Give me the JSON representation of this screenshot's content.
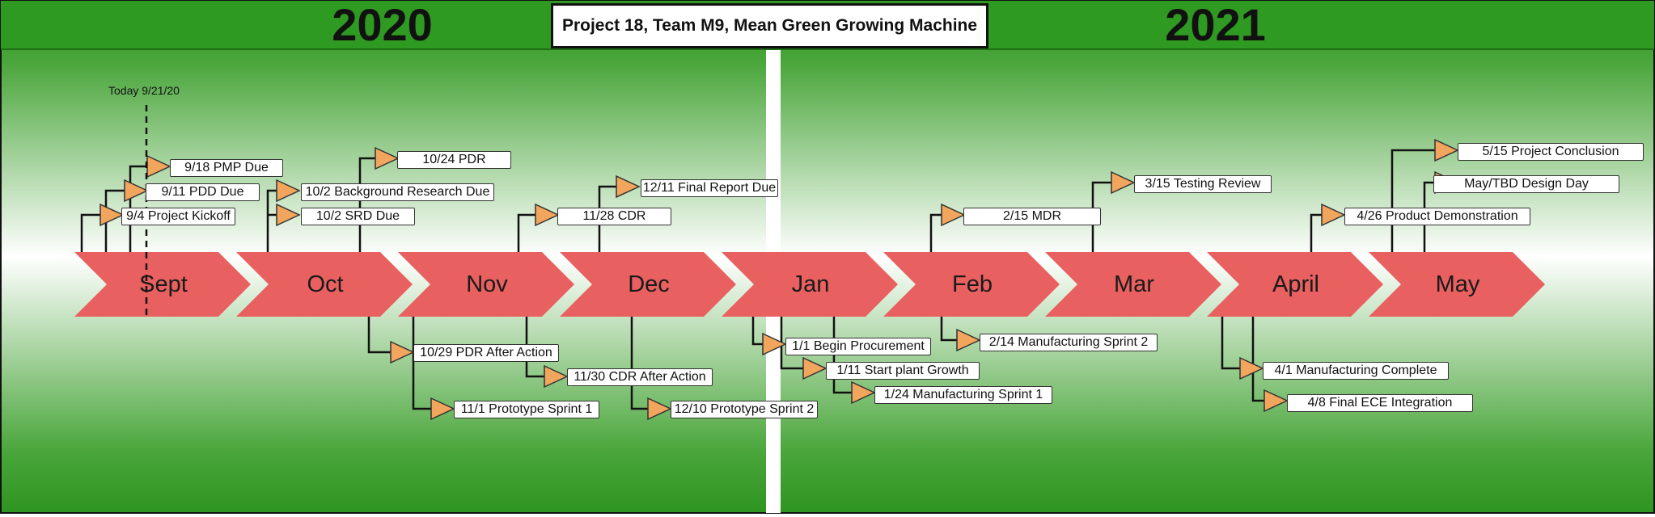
{
  "title": "Project 18, Team M9, Mean Green Growing Machine",
  "years": [
    "2020",
    "2021"
  ],
  "today_label": "Today 9/21/20",
  "months": [
    "Sept",
    "Oct",
    "Nov",
    "Dec",
    "Jan",
    "Feb",
    "Mar",
    "April",
    "May"
  ],
  "colors": {
    "background": "#2f9a22",
    "arrow": "#e96060",
    "marker": "#f2a55d",
    "divider": "#ffffff"
  },
  "milestones_above": [
    "9/18 PMP Due",
    "9/11 PDD Due",
    "9/4 Project Kickoff",
    "10/24 PDR",
    "10/2 Background Research Due",
    "10/2 SRD Due",
    "12/11 Final Report Due",
    "11/28 CDR",
    "3/15 Testing Review",
    "2/15 MDR",
    "5/15 Project Conclusion",
    "May/TBD Design Day",
    "4/26 Product Demonstration"
  ],
  "milestones_below": [
    "10/29 PDR After Action",
    "11/1 Prototype Sprint 1",
    "11/30 CDR After Action",
    "12/10 Prototype Sprint 2",
    "1/1 Begin Procurement",
    "1/11 Start plant Growth",
    "1/24 Manufacturing Sprint 1",
    "2/14 Manufacturing Sprint 2",
    "4/1 Manufacturing Complete",
    "4/8 Final ECE Integration"
  ]
}
